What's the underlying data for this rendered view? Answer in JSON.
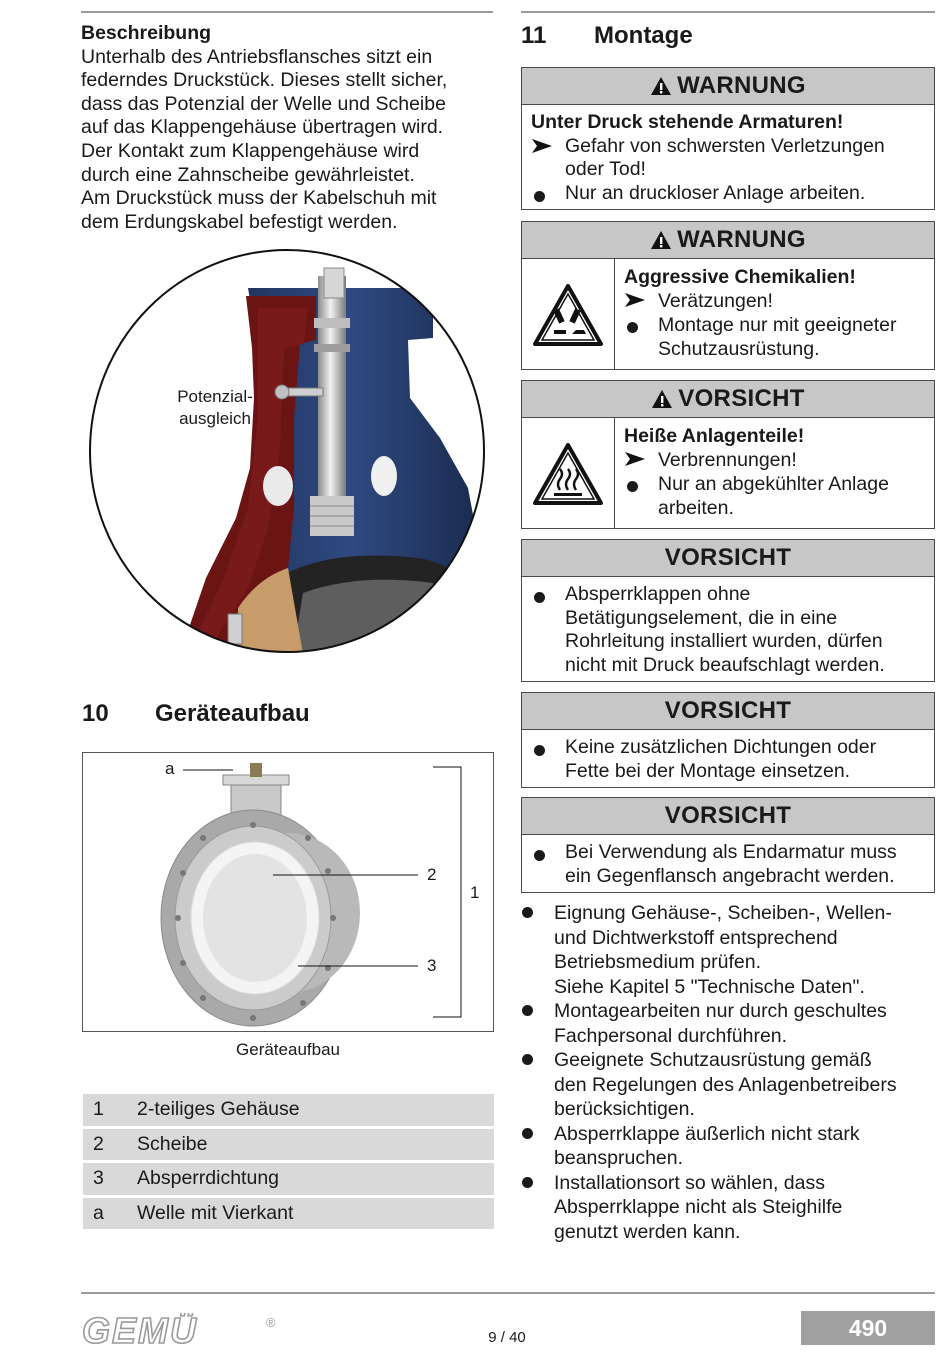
{
  "intro": {
    "heading": "Beschreibung",
    "lines": [
      "Unterhalb des Antriebsflansches sitzt ein",
      "federndes Druckstück. Dieses stellt sicher,",
      "dass das Potenzial der Welle und Scheibe",
      "auf das Klappengehäuse übertragen wird.",
      "Der Kontakt zum Klappengehäuse wird",
      "durch eine Zahnscheibe gewährleistet.",
      "Am Druckstück muss der Kabelschuh mit",
      "dem Erdungskabel befestigt werden."
    ]
  },
  "illustration": {
    "label_line1": "Potenzial-",
    "label_line2": "ausgleich"
  },
  "section10": {
    "number": "10",
    "title": "Geräteaufbau",
    "figure_labels": {
      "a": "a",
      "n1": "1",
      "n2": "2",
      "n3": "3"
    },
    "caption": "Geräteaufbau",
    "legend": [
      {
        "key": "1",
        "value": "2-teiliges Gehäuse"
      },
      {
        "key": "2",
        "value": "Scheibe"
      },
      {
        "key": "3",
        "value": "Absperrdichtung"
      },
      {
        "key": "a",
        "value": "Welle mit Vierkant"
      }
    ]
  },
  "section11": {
    "number": "11",
    "title": "Montage"
  },
  "warn1": {
    "header": "WARNUNG",
    "title": "Unter Druck stehende Armaturen!",
    "arrow_line1": "Gefahr von schwersten Verletzungen",
    "arrow_line2": "oder Tod!",
    "dot": "Nur an druckloser Anlage arbeiten."
  },
  "warn2": {
    "header": "WARNUNG",
    "title": "Aggressive Chemikalien!",
    "arrow": "Verätzungen!",
    "dot_line1": "Montage nur mit geeigneter",
    "dot_line2": "Schutzausrüstung."
  },
  "caution1": {
    "header": "VORSICHT",
    "title": "Heiße Anlagenteile!",
    "arrow": "Verbrennungen!",
    "dot_line1": "Nur an abgekühlter Anlage",
    "dot_line2": "arbeiten."
  },
  "caution2": {
    "header": "VORSICHT",
    "lines": [
      "Absperrklappen ohne",
      "Betätigungselement, die in eine",
      "Rohrleitung installiert wurden, dürfen",
      "nicht mit Druck beaufschlagt werden."
    ]
  },
  "caution3": {
    "header": "VORSICHT",
    "lines": [
      "Keine zusätzlichen Dichtungen oder",
      "Fette bei der Montage einsetzen."
    ]
  },
  "caution4": {
    "header": "VORSICHT",
    "lines": [
      "Bei Verwendung als Endarmatur muss",
      "ein Gegenflansch angebracht werden."
    ]
  },
  "bullets": [
    [
      "Eignung Gehäuse-, Scheiben-, Wellen-",
      "und Dichtwerkstoff entsprechend",
      "Betriebsmedium prüfen.",
      "Siehe Kapitel 5 \"Technische Daten\"."
    ],
    [
      "Montagearbeiten nur durch geschultes",
      "Fachpersonal durchführen."
    ],
    [
      "Geeignete Schutzausrüstung gemäß",
      "den Regelungen des Anlagenbetreibers",
      "berücksichtigen."
    ],
    [
      "Absperrklappe äußerlich nicht stark",
      "beanspruchen."
    ],
    [
      "Installationsort so wählen, dass",
      "Absperrklappe nicht als Steighilfe",
      "genutzt werden kann."
    ]
  ],
  "footer": {
    "logo": "GEMÜ",
    "registered": "®",
    "page": "9 / 40",
    "product": "490"
  },
  "colors": {
    "header_gray": "#c7c7c7",
    "legend_gray": "#d9d9d9",
    "badge_gray": "#a0a0a0",
    "rule_gray": "#9a9a9a"
  }
}
